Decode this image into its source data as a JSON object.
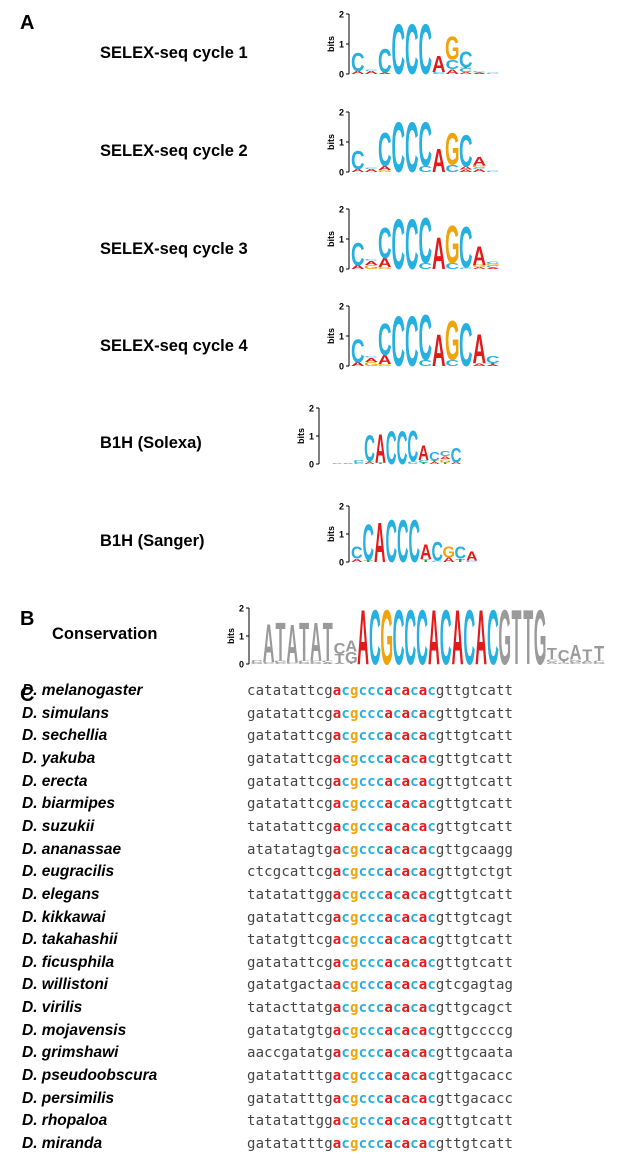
{
  "panels": {
    "a_letter": "A",
    "b_letter": "B",
    "c_letter": "C"
  },
  "colors": {
    "A": "#e31a1c",
    "C": "#26b0e0",
    "G": "#f0a30a",
    "T": "#1d9e3a",
    "gray": "#9a9a9a",
    "seq_text": "#444444"
  },
  "axis": {
    "ylabel": "bits",
    "ticks": [
      "2",
      "1",
      "0"
    ]
  },
  "logos": [
    {
      "label": "SELEX-seq cycle 1",
      "columns": [
        [
          [
            "A",
            0.1
          ],
          [
            "C",
            0.62
          ]
        ],
        [
          [
            "A",
            0.1
          ],
          [
            "C",
            0.05
          ]
        ],
        [
          [
            "A",
            0.05
          ],
          [
            "C",
            0.82
          ]
        ],
        [
          [
            "C",
            1.72
          ]
        ],
        [
          [
            "C",
            1.72
          ]
        ],
        [
          [
            "C",
            1.72
          ]
        ],
        [
          [
            "C",
            0.06
          ],
          [
            "A",
            0.55
          ]
        ],
        [
          [
            "A",
            0.16
          ],
          [
            "C",
            0.32
          ],
          [
            "G",
            0.8
          ]
        ],
        [
          [
            "A",
            0.06
          ],
          [
            "C",
            0.12
          ],
          [
            "T",
            0.04
          ],
          [
            "C",
            0.55
          ]
        ],
        [
          [
            "A",
            0.05
          ],
          [
            "C",
            0.05
          ]
        ],
        [
          [
            "C",
            0.05
          ]
        ]
      ]
    },
    {
      "label": "SELEX-seq cycle 2",
      "columns": [
        [
          [
            "A",
            0.1
          ],
          [
            "C",
            0.62
          ]
        ],
        [
          [
            "A",
            0.1
          ],
          [
            "C",
            0.05
          ]
        ],
        [
          [
            "G",
            0.06
          ],
          [
            "A",
            0.14
          ],
          [
            "C",
            1.15
          ]
        ],
        [
          [
            "C",
            1.72
          ]
        ],
        [
          [
            "C",
            1.72
          ]
        ],
        [
          [
            "C",
            0.2
          ],
          [
            "C",
            1.52
          ]
        ],
        [
          [
            "A",
            0.8
          ]
        ],
        [
          [
            "C",
            0.25
          ],
          [
            "G",
            1.1
          ]
        ],
        [
          [
            "A",
            0.08
          ],
          [
            "A",
            0.1
          ],
          [
            "C",
            1.1
          ]
        ],
        [
          [
            "A",
            0.1
          ],
          [
            "C",
            0.05
          ],
          [
            "G",
            0.06
          ],
          [
            "A",
            0.28
          ]
        ],
        [
          [
            "C",
            0.05
          ]
        ]
      ]
    },
    {
      "label": "SELEX-seq cycle 3",
      "columns": [
        [
          [
            "A",
            0.12
          ],
          [
            "C",
            0.78
          ]
        ],
        [
          [
            "G",
            0.14
          ],
          [
            "A",
            0.14
          ],
          [
            "C",
            0.05
          ]
        ],
        [
          [
            "G",
            0.06
          ],
          [
            "A",
            0.3
          ],
          [
            "C",
            1.05
          ]
        ],
        [
          [
            "C",
            1.72
          ]
        ],
        [
          [
            "C",
            1.72
          ]
        ],
        [
          [
            "C",
            0.2
          ],
          [
            "C",
            1.56
          ]
        ],
        [
          [
            "A",
            1.08
          ]
        ],
        [
          [
            "C",
            0.2
          ],
          [
            "G",
            1.3
          ]
        ],
        [
          [
            "C",
            0.05
          ],
          [
            "C",
            1.4
          ]
        ],
        [
          [
            "A",
            0.06
          ],
          [
            "G",
            0.08
          ],
          [
            "A",
            0.64
          ]
        ],
        [
          [
            "A",
            0.05
          ],
          [
            "C",
            0.06
          ],
          [
            "G",
            0.05
          ],
          [
            "C",
            0.08
          ]
        ]
      ]
    },
    {
      "label": "SELEX-seq cycle 4",
      "columns": [
        [
          [
            "A",
            0.12
          ],
          [
            "C",
            0.8
          ]
        ],
        [
          [
            "G",
            0.14
          ],
          [
            "A",
            0.14
          ],
          [
            "C",
            0.05
          ]
        ],
        [
          [
            "G",
            0.06
          ],
          [
            "A",
            0.3
          ],
          [
            "C",
            1.08
          ]
        ],
        [
          [
            "C",
            1.72
          ]
        ],
        [
          [
            "C",
            1.72
          ]
        ],
        [
          [
            "C",
            0.2
          ],
          [
            "C",
            1.56
          ]
        ],
        [
          [
            "A",
            1.08
          ]
        ],
        [
          [
            "C",
            0.2
          ],
          [
            "G",
            1.36
          ]
        ],
        [
          [
            "C",
            1.48
          ]
        ],
        [
          [
            "A",
            0.08
          ],
          [
            "A",
            1.0
          ]
        ],
        [
          [
            "A",
            0.05
          ],
          [
            "T",
            0.05
          ],
          [
            "C",
            0.24
          ]
        ]
      ]
    },
    {
      "label": "B1H (Solexa)",
      "columns": [
        [
          [
            "A",
            0.01
          ],
          [
            "C",
            0.01
          ]
        ],
        [
          [
            "A",
            0.02
          ],
          [
            "C",
            0.02
          ]
        ],
        [
          [
            "A",
            0.02
          ],
          [
            "C",
            0.03
          ]
        ],
        [
          [
            "C",
            0.06
          ],
          [
            "C",
            0.1
          ]
        ],
        [
          [
            "A",
            0.06
          ],
          [
            "T",
            0.04
          ],
          [
            "C",
            0.95
          ]
        ],
        [
          [
            "T",
            0.05
          ],
          [
            "A",
            1.05
          ]
        ],
        [
          [
            "C",
            1.22
          ]
        ],
        [
          [
            "C",
            1.22
          ]
        ],
        [
          [
            "C",
            0.1
          ],
          [
            "C",
            1.12
          ]
        ],
        [
          [
            "T",
            0.05
          ],
          [
            "C",
            0.1
          ],
          [
            "A",
            0.55
          ]
        ],
        [
          [
            "A",
            0.08
          ],
          [
            "T",
            0.05
          ],
          [
            "C",
            0.3
          ]
        ],
        [
          [
            "T",
            0.06
          ],
          [
            "G",
            0.12
          ],
          [
            "A",
            0.1
          ],
          [
            "C",
            0.2
          ]
        ],
        [
          [
            "A",
            0.06
          ],
          [
            "C",
            0.55
          ]
        ],
        [
          [
            "A",
            0.01
          ]
        ]
      ]
    },
    {
      "label": "B1H (Sanger)",
      "columns": [
        [
          [
            "A",
            0.12
          ],
          [
            "C",
            0.45
          ]
        ],
        [
          [
            "T",
            0.08
          ],
          [
            "C",
            1.3
          ]
        ],
        [
          [
            "A",
            1.45
          ]
        ],
        [
          [
            "C",
            1.55
          ]
        ],
        [
          [
            "C",
            1.55
          ]
        ],
        [
          [
            "C",
            1.55
          ]
        ],
        [
          [
            "T",
            0.1
          ],
          [
            "A",
            0.55
          ]
        ],
        [
          [
            "C",
            0.05
          ],
          [
            "C",
            0.7
          ]
        ],
        [
          [
            "A",
            0.16
          ],
          [
            "G",
            0.4
          ]
        ],
        [
          [
            "T",
            0.12
          ],
          [
            "C",
            0.45
          ]
        ],
        [
          [
            "C",
            0.05
          ],
          [
            "A",
            0.32
          ]
        ]
      ]
    },
    {
      "label": "Conservation",
      "columns": [
        [
          [
            "G",
            0.06
          ],
          [
            "C",
            0.1
          ]
        ],
        [
          [
            "C",
            0.08
          ],
          [
            "A",
            1.4
          ]
        ],
        [
          [
            "C",
            0.06
          ],
          [
            "G",
            0.06
          ],
          [
            "T",
            1.4
          ]
        ],
        [
          [
            "C",
            0.05
          ],
          [
            "A",
            1.4
          ]
        ],
        [
          [
            "G",
            0.06
          ],
          [
            "C",
            0.06
          ],
          [
            "T",
            1.4
          ]
        ],
        [
          [
            "G",
            0.06
          ],
          [
            "C",
            0.06
          ],
          [
            "A",
            1.4
          ]
        ],
        [
          [
            "A",
            0.05
          ],
          [
            "C",
            0.08
          ],
          [
            "T",
            1.4
          ]
        ],
        [
          [
            "A",
            0.05
          ],
          [
            "T",
            0.3
          ],
          [
            "C",
            0.4
          ]
        ],
        [
          [
            "T",
            0.04
          ],
          [
            "G",
            0.4
          ],
          [
            "A",
            0.4
          ]
        ],
        [
          [
            "A",
            2.0
          ]
        ],
        [
          [
            "C",
            2.0
          ]
        ],
        [
          [
            "G",
            2.0
          ]
        ],
        [
          [
            "C",
            2.0
          ]
        ],
        [
          [
            "C",
            2.0
          ]
        ],
        [
          [
            "C",
            2.0
          ]
        ],
        [
          [
            "A",
            2.0
          ]
        ],
        [
          [
            "C",
            2.0
          ]
        ],
        [
          [
            "A",
            2.0
          ]
        ],
        [
          [
            "C",
            2.0
          ]
        ],
        [
          [
            "A",
            2.0
          ]
        ],
        [
          [
            "C",
            2.0
          ]
        ],
        [
          [
            "G",
            2.0
          ]
        ],
        [
          [
            "T",
            2.0
          ]
        ],
        [
          [
            "T",
            2.0
          ]
        ],
        [
          [
            "G",
            2.0
          ]
        ],
        [
          [
            "A",
            0.08
          ],
          [
            "C",
            0.1
          ],
          [
            "T",
            0.4
          ]
        ],
        [
          [
            "G",
            0.05
          ],
          [
            "T",
            0.06
          ],
          [
            "C",
            0.4
          ]
        ],
        [
          [
            "C",
            0.06
          ],
          [
            "G",
            0.1
          ],
          [
            "A",
            0.55
          ]
        ],
        [
          [
            "C",
            0.06
          ],
          [
            "A",
            0.06
          ],
          [
            "T",
            0.4
          ]
        ],
        [
          [
            "G",
            0.06
          ],
          [
            "C",
            0.06
          ],
          [
            "T",
            0.55
          ]
        ]
      ]
    }
  ],
  "alignment": {
    "species": [
      {
        "name": "D. melanogaster",
        "pre": "catatattcg",
        "core": "acgcccacacac",
        "post": "gttgtcatt"
      },
      {
        "name": "D. simulans",
        "pre": "gatatattcg",
        "core": "acgcccacacac",
        "post": "gttgtcatt"
      },
      {
        "name": "D. sechellia",
        "pre": "gatatattcg",
        "core": "acgcccacacac",
        "post": "gttgtcatt"
      },
      {
        "name": "D. yakuba",
        "pre": "gatatattcg",
        "core": "acgcccacacac",
        "post": "gttgtcatt"
      },
      {
        "name": "D. erecta",
        "pre": "gatatattcg",
        "core": "acgcccacacac",
        "post": "gttgtcatt"
      },
      {
        "name": "D. biarmipes",
        "pre": "gatatattcg",
        "core": "acgcccacacac",
        "post": "gttgtcatt"
      },
      {
        "name": "D. suzukii",
        "pre": "tatatattcg",
        "core": "acgcccacacac",
        "post": "gttgtcatt"
      },
      {
        "name": "D. ananassae",
        "pre": "atatatagtg",
        "core": "acgcccacacac",
        "post": "gttgcaagg"
      },
      {
        "name": "D. eugracilis",
        "pre": "ctcgcattcg",
        "core": "acgcccacacac",
        "post": "gttgtctgt"
      },
      {
        "name": "D. elegans",
        "pre": "tatatattgg",
        "core": "acgcccacacac",
        "post": "gttgtcatt"
      },
      {
        "name": "D. kikkawai",
        "pre": "gatatattcg",
        "core": "acgcccacacac",
        "post": "gttgtcagt"
      },
      {
        "name": "D. takahashii",
        "pre": "tatatgttcg",
        "core": "acgcccacacac",
        "post": "gttgtcatt"
      },
      {
        "name": "D. ficusphila",
        "pre": "gatatattcg",
        "core": "acgcccacacac",
        "post": "gttgtcatt"
      },
      {
        "name": "D. willistoni",
        "pre": "gatatgacta",
        "core": "acgcccacacac",
        "post": "gtcgagtag"
      },
      {
        "name": "D. virilis",
        "pre": "tatacttatg",
        "core": "acgcccacacac",
        "post": "gttgcagct"
      },
      {
        "name": "D. mojavensis",
        "pre": "gatatatgtg",
        "core": "acgcccacacac",
        "post": "gttgccccg"
      },
      {
        "name": "D. grimshawi",
        "pre": "aaccgatatg",
        "core": "acgcccacacac",
        "post": "gttgcaata"
      },
      {
        "name": "D. pseudoobscura",
        "pre": "gatatatttg",
        "core": "acgcccacacac",
        "post": "gttgacacc"
      },
      {
        "name": "D. persimilis",
        "pre": "gatatatttg",
        "core": "acgcccacacac",
        "post": "gttgacacc"
      },
      {
        "name": "D. rhopaloa",
        "pre": "tatatattgg",
        "core": "acgcccacacac",
        "post": "gttgtcatt"
      },
      {
        "name": "D. miranda",
        "pre": "gatatatttg",
        "core": "acgcccacacac",
        "post": "gttgtcatt"
      }
    ]
  }
}
